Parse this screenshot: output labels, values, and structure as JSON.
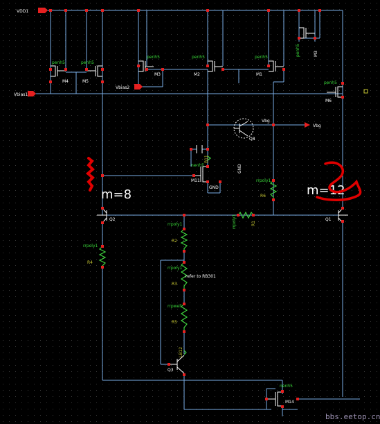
{
  "nets": {
    "vdd": "VDD1",
    "vbias1": "Vbias1",
    "vbias2": "Vbias2",
    "vbg": "Vbg",
    "gnd": "GND",
    "gnd2": "GND"
  },
  "transistors": {
    "m4": {
      "name": "M4",
      "model": "penh5"
    },
    "m5": {
      "name": "M5",
      "model": "penh5"
    },
    "m3a": {
      "name": "M3",
      "model": "penh5"
    },
    "m2": {
      "name": "M2",
      "model": "penh5"
    },
    "m1": {
      "name": "M1",
      "model": "penh5"
    },
    "m13": {
      "name": "M3",
      "model": "penh5"
    },
    "m6": {
      "name": "M6",
      "model": "penh5"
    },
    "m11": {
      "name": "M11",
      "model": "nenh5"
    },
    "m14": {
      "name": "M14",
      "model": "nenh5"
    },
    "q1": {
      "name": "Q1"
    },
    "q2": {
      "name": "Q2"
    },
    "q3": {
      "name": "Q3"
    },
    "b11": {
      "name": "B11"
    },
    "b12": {
      "name": "LB12"
    },
    "q8": {
      "name": "Q8"
    }
  },
  "resistors": {
    "r1": {
      "name": "R1",
      "model": "rrpoly1"
    },
    "r2": {
      "name": "R2",
      "model": "rrpoly1"
    },
    "r3": {
      "name": "R3",
      "model": "rrpoly1"
    },
    "r4": {
      "name": "R4",
      "model": "rrpoly1"
    },
    "r5": {
      "name": "R5",
      "model": "rrpwell"
    },
    "r6": {
      "name": "R6",
      "model": "rrpoly1"
    }
  },
  "annotations": {
    "refer": "refer to RB301",
    "m8": "m=8",
    "m12": "m=12"
  },
  "watermark": "bbs.eetop.cn",
  "colors": {
    "wire": "#7aaee6",
    "pin": "#e62020",
    "device": "#ffffff",
    "resistor": "#3fd33f",
    "label": "#c8c832",
    "scribble": "#e00000"
  }
}
